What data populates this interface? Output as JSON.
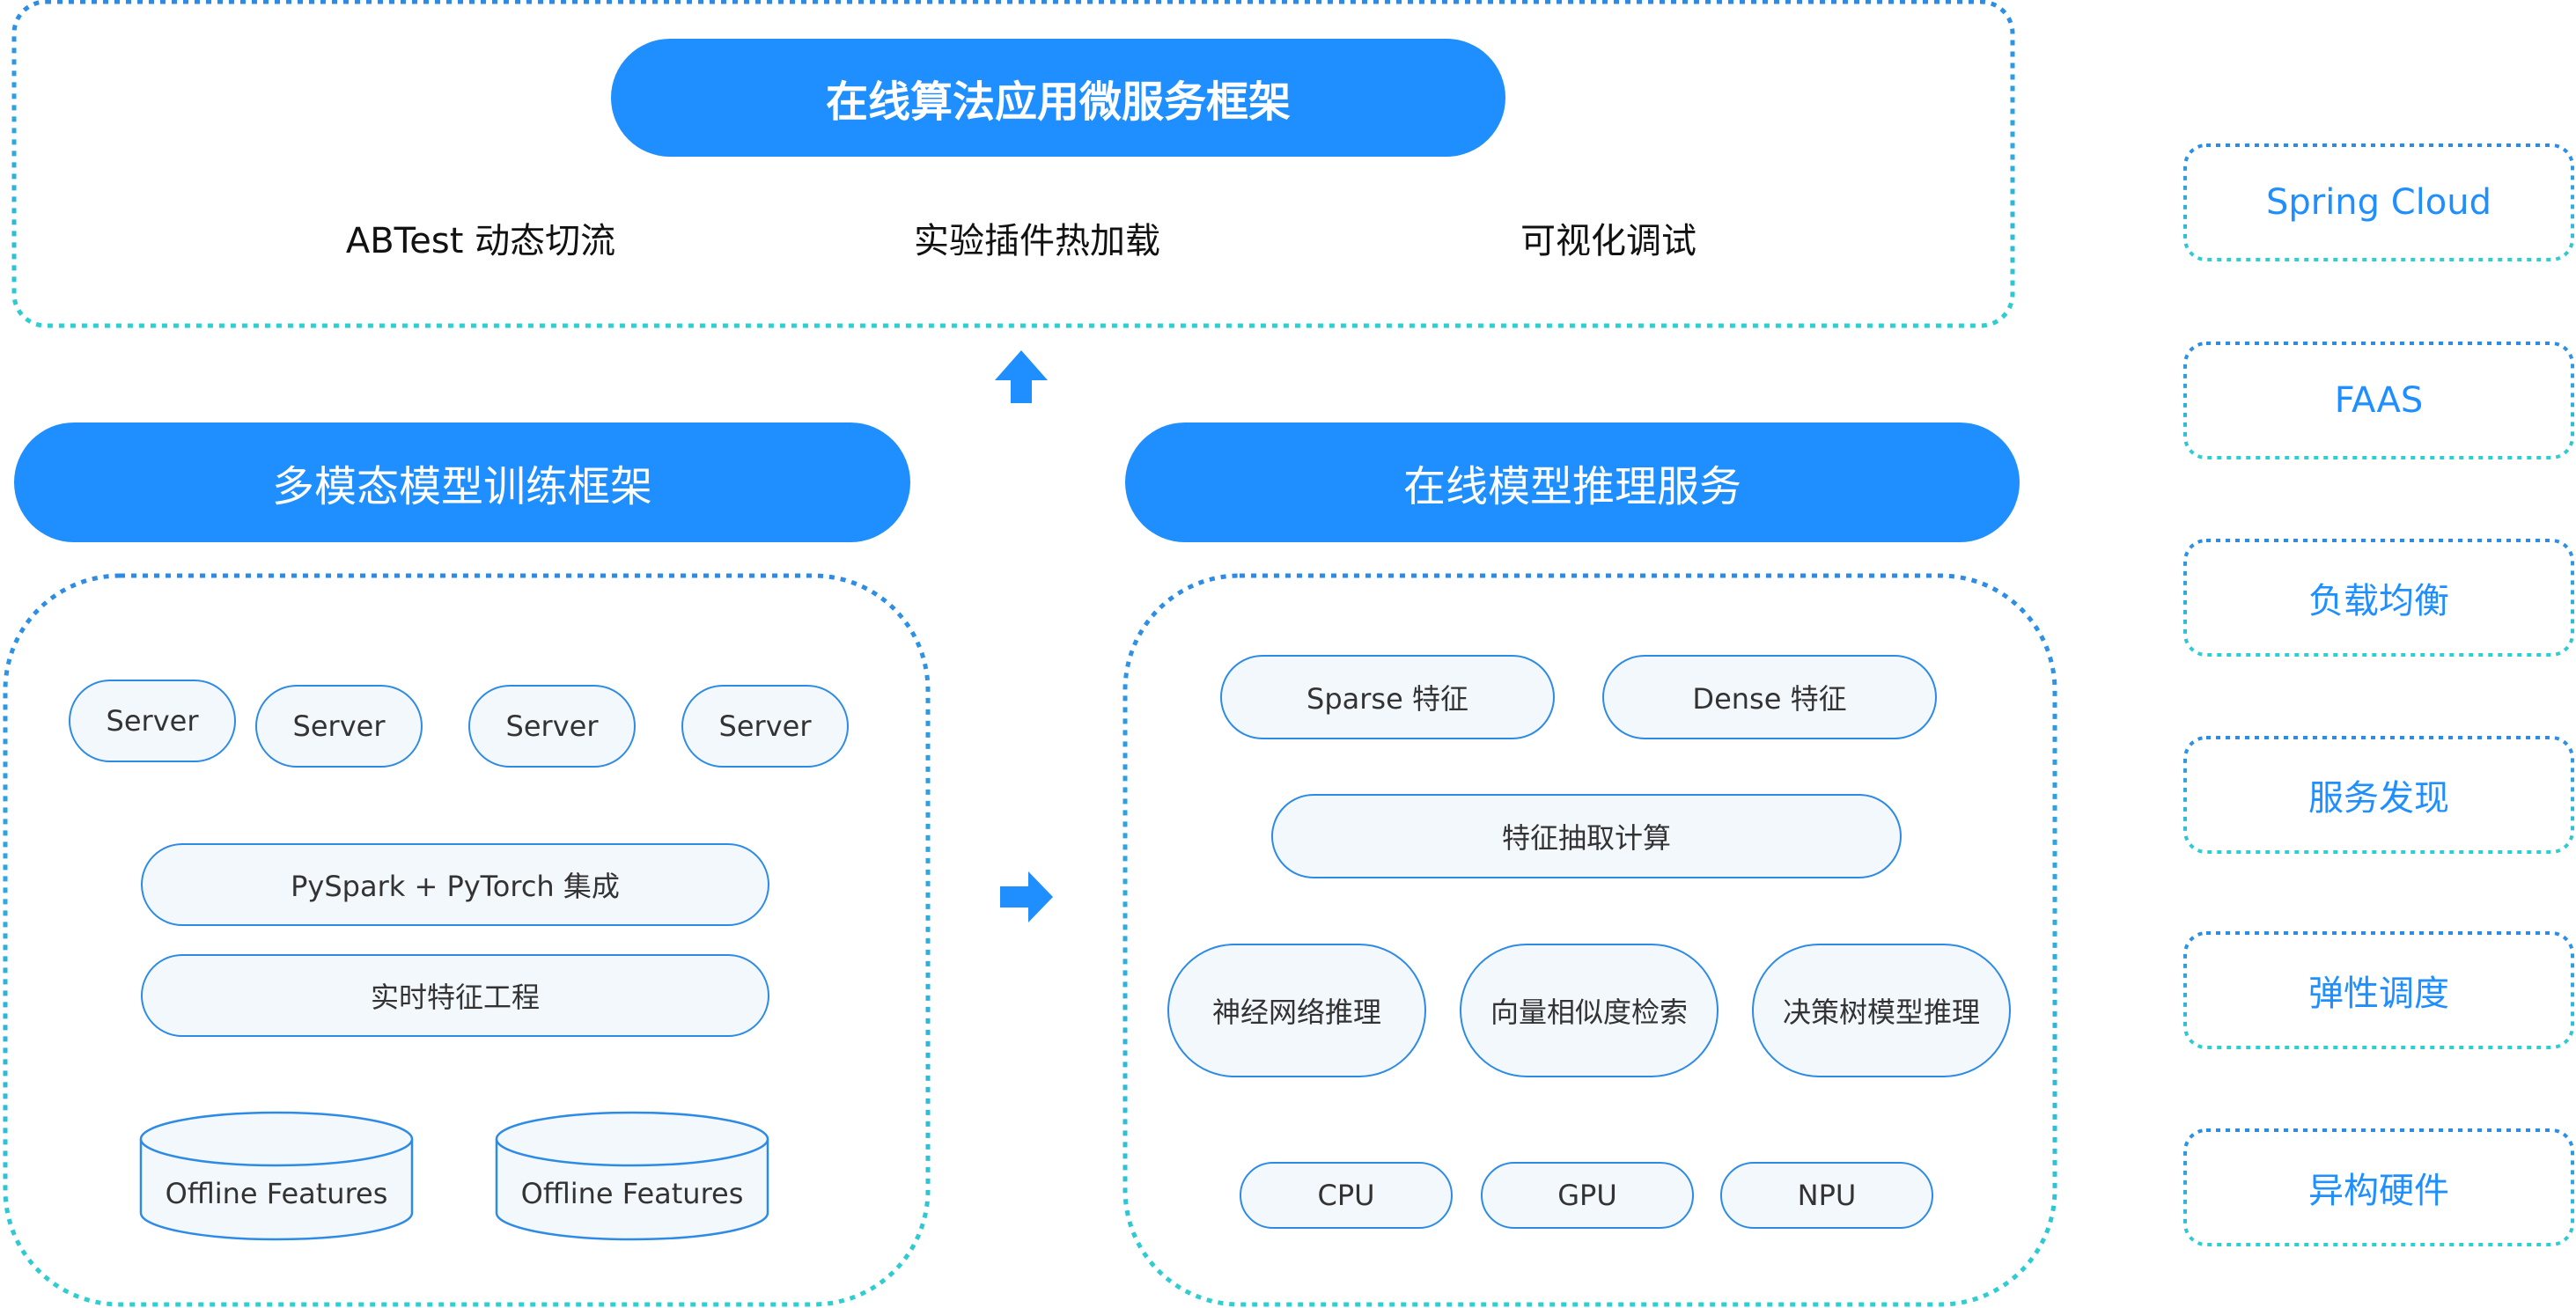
{
  "top": {
    "title": "在线算法应用微服务框架",
    "features": [
      "ABTest 动态切流",
      "实验插件热加载",
      "可视化调试"
    ]
  },
  "training": {
    "title": "多模态模型训练框架",
    "servers": [
      "Server",
      "Server",
      "Server",
      "Server"
    ],
    "pyspark": "PySpark + PyTorch 集成",
    "realtime": "实时特征工程",
    "storage": [
      "Offline Features",
      "Offline Features"
    ]
  },
  "inference": {
    "title": "在线模型推理服务",
    "features": [
      "Sparse 特征",
      "Dense 特征"
    ],
    "extract": "特征抽取计算",
    "engines": [
      "神经网络推理",
      "向量相似度检索",
      "决策树模型推理"
    ],
    "hardware": [
      "CPU",
      "GPU",
      "NPU"
    ]
  },
  "side": [
    "Spring Cloud",
    "FAAS",
    "负载均衡",
    "服务发现",
    "弹性调度",
    "异构硬件"
  ],
  "colors": {
    "primary": "#1f8fff",
    "border_blue": "#2d8be6",
    "gradient_cyan": "#2ecfd0",
    "chip_fill": "#f3f8fd"
  },
  "icons": [
    "arrow-up-icon",
    "arrow-right-icon"
  ]
}
